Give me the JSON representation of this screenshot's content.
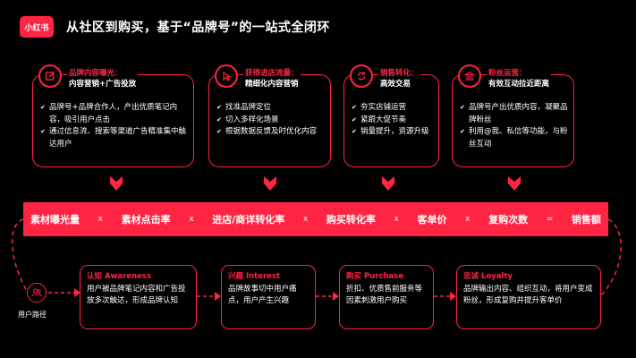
{
  "header": {
    "logo_text": "小红书",
    "title": "从社区到购买，基于“品牌号”的一站式全闭环"
  },
  "cards": [
    {
      "title_red": "品牌内容曝光：",
      "title_white": "内容营销+广告投放",
      "icon": "edit-icon",
      "items": [
        "品牌号+品牌合作人，产出优质笔记内容，吸引用户点击",
        "通过信息流、搜索等渠道广告精准集中触达用户"
      ]
    },
    {
      "title_red": "获得进店流量：",
      "title_white": "精细化内容营销",
      "icon": "cursor-click-icon",
      "items": [
        "找准品牌定位",
        "切入多样化场景",
        "根据数据反馈及时优化内容"
      ]
    },
    {
      "title_red": "销售转化：",
      "title_white": "高效交易",
      "icon": "cycle-icon",
      "items": [
        "夯实店铺运营",
        "紧跟大促节奏",
        "销量提升，资源升级"
      ]
    },
    {
      "title_red": "粉丝运营：",
      "title_white": "有效互动拉近距离",
      "icon": "bank-icon",
      "items": [
        "品牌号产出优质内容，凝聚品牌粉丝",
        "利用@我、私信等功能，与粉丝互动"
      ]
    }
  ],
  "formula": {
    "term1": "素材曝光量",
    "term2": "素材点击率",
    "term3": "进店/商详转化率",
    "term4": "购买转化率",
    "term5": "客单价",
    "term6": "复购次数",
    "result": "销售额",
    "times": "x",
    "equals": "="
  },
  "user_path": {
    "label": "用户路径",
    "icon": "users-icon"
  },
  "stages": [
    {
      "title": "认知  Awareness",
      "desc": "用户被品牌笔记内容和广告投放多次触达，形成品牌认知"
    },
    {
      "title": "兴趣 Interest",
      "desc": "品牌故事切中用户痛点，用户产生兴趣"
    },
    {
      "title": "购买  Purchase",
      "desc": "折扣、优质售前服务等因素刺激用户购买"
    },
    {
      "title": "忠诚  Loyalty",
      "desc": "品牌输出内容、组织互动，将用户变成粉丝，形成复购并提升客单价"
    }
  ],
  "colors": {
    "accent": "#ff2442",
    "background": "#000000",
    "text": "#ffffff"
  }
}
